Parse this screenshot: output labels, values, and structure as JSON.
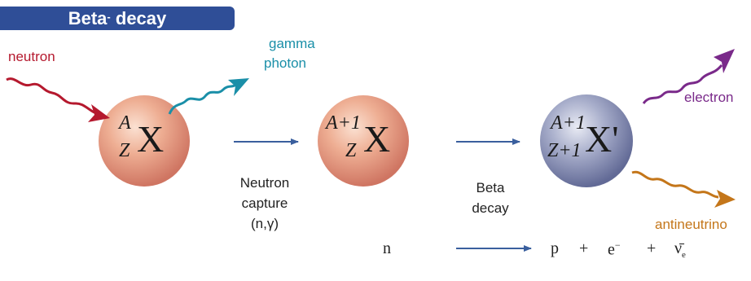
{
  "title": {
    "text": "Beta",
    "sup": "-",
    "rest": " decay"
  },
  "labels": {
    "neutron": "neutron",
    "gamma_line1": "gamma",
    "gamma_line2": "photon",
    "electron": "electron",
    "antineutrino": "antineutrino"
  },
  "steps": {
    "capture_line1": "Neutron",
    "capture_line2": "capture",
    "capture_line3": "(n,γ)",
    "decay_line1": "Beta",
    "decay_line2": "decay"
  },
  "nuclei": [
    {
      "mass": "A",
      "charge": "Z",
      "symbol": "X"
    },
    {
      "mass": "A+1",
      "charge": "Z",
      "symbol": "X"
    },
    {
      "mass": "A+1",
      "charge": "Z+1",
      "symbol": "X'"
    }
  ],
  "equation": {
    "n": "n",
    "p": "p",
    "plus1": "+",
    "e": "e",
    "e_sup": "−",
    "plus2": "+",
    "nu": "ν̄",
    "nu_sub": "e"
  },
  "colors": {
    "banner": "#2f4e97",
    "neutron": "#b5192e",
    "gamma": "#1a8fa8",
    "electron": "#7a2a8a",
    "antineutrino": "#c4761a",
    "arrow": "#3a5f9e"
  }
}
